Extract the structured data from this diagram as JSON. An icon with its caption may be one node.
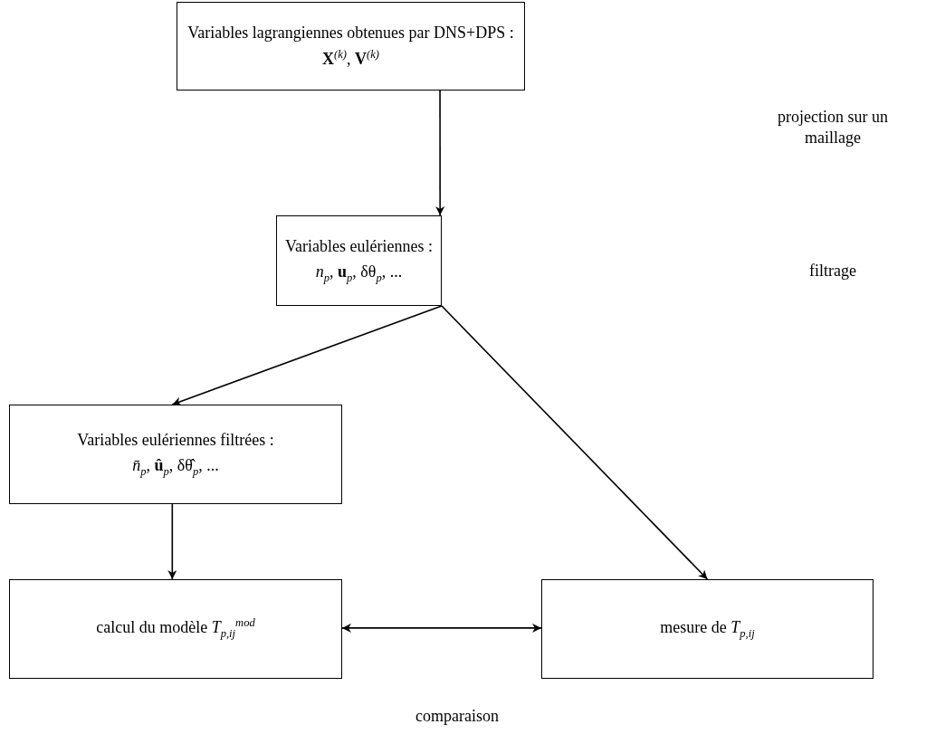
{
  "diagram": {
    "nodes": [
      {
        "text": [
          "Variables lagrangiennes obtenues par DNS+DPS :",
          "**X**$^{(k)}$, **V**$^{(k)}$"
        ]
      },
      {
        "text": [
          "Variables eulériennes :",
          "*n*$_{p}$, **u**$_{p}$, δθ$_{p}$, ..."
        ]
      },
      {
        "text": [
          "Variables eulériennes filtrées :",
          "*n̄*$_{p}$, **û**$_{p}$, δθ̂$_{p}$, ..."
        ]
      },
      {
        "text": [
          "calcul du modèle *T*$_{p,ij}$$^{mod}$"
        ]
      },
      {
        "text": [
          "mesure de *T*$_{p,ij}$"
        ]
      }
    ],
    "edges": [
      {
        "from": 0,
        "to": 1,
        "arrow": "to"
      },
      {
        "from": 1,
        "to": 2,
        "arrow": "to"
      },
      {
        "from": 1,
        "to": 4,
        "arrow": "to"
      },
      {
        "from": 2,
        "to": 3,
        "arrow": "to"
      },
      {
        "from": 3,
        "to": 4,
        "arrow": "both"
      }
    ],
    "labels": [
      "projection sur un maillage",
      "filtrage",
      "comparaison"
    ]
  }
}
